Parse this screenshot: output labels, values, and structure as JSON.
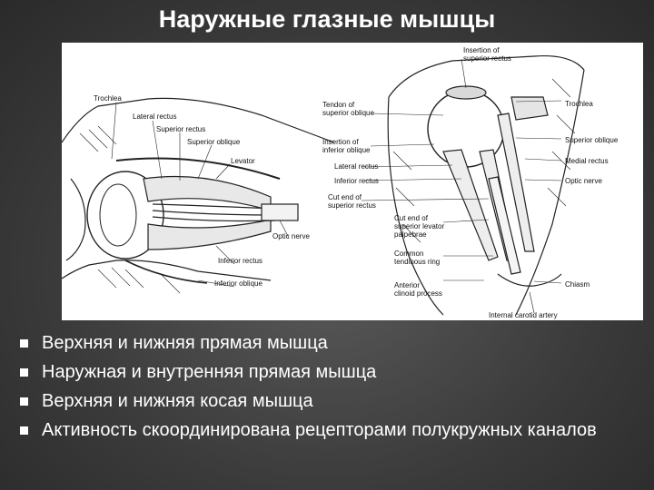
{
  "slide": {
    "title": "Наружные глазные мышцы"
  },
  "figure": {
    "left_labels": {
      "trochlea": "Trochlea",
      "lateral_rectus": "Lateral rectus",
      "superior_rectus": "Superior rectus",
      "superior_oblique": "Superior oblique",
      "levator": "Levator",
      "optic_nerve": "Optic nerve",
      "inferior_rectus": "Inferior rectus",
      "inferior_oblique": "Inferior oblique"
    },
    "right_labels": {
      "insertion_superior_rectus_1": "Insertion of",
      "insertion_superior_rectus_2": "superior rectus",
      "tendon_superior_oblique_1": "Tendon of",
      "tendon_superior_oblique_2": "superior oblique",
      "insertion_inferior_oblique_1": "Insertion of",
      "insertion_inferior_oblique_2": "inferior oblique",
      "lateral_rectus": "Lateral rectus",
      "inferior_rectus": "Inferior rectus",
      "cut_end_superior_rectus_1": "Cut end of",
      "cut_end_superior_rectus_2": "superior rectus",
      "cut_end_levator_1": "Cut end of",
      "cut_end_levator_2": "superior levator",
      "cut_end_levator_3": "palpebrae",
      "common_ring_1": "Common",
      "common_ring_2": "tendinous ring",
      "anterior_clinoid_1": "Anterior",
      "anterior_clinoid_2": "clinoid process",
      "trochlea": "Trochlea",
      "superior_oblique": "Superior oblique",
      "medial_rectus": "Medial rectus",
      "optic_nerve": "Optic nerve",
      "chiasm": "Chiasm",
      "internal_carotid": "Internal carotid artery"
    }
  },
  "bullets": [
    "Верхняя и нижняя прямая мышца",
    "Наружная и внутренняя прямая мышца",
    "Верхняя и нижняя косая мышца",
    "Активность скоординирована рецепторами полукружных каналов"
  ],
  "colors": {
    "background": "#3a3a3a",
    "title": "#ffffff",
    "bullet_text": "#ffffff",
    "figure_bg": "#ffffff"
  }
}
